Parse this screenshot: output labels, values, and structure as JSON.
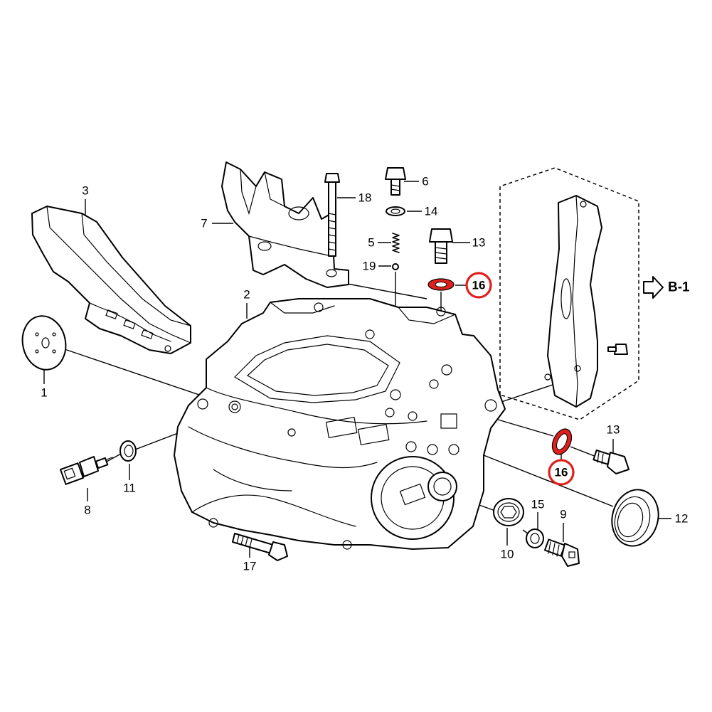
{
  "diagram": {
    "callouts": [
      {
        "label": "3"
      },
      {
        "label": "1"
      },
      {
        "label": "2"
      },
      {
        "label": "7"
      },
      {
        "label": "18"
      },
      {
        "label": "6"
      },
      {
        "label": "14"
      },
      {
        "label": "5"
      },
      {
        "label": "13"
      },
      {
        "label": "19"
      },
      {
        "label": "16",
        "highlighted": true
      },
      {
        "label": "13"
      },
      {
        "label": "16",
        "highlighted": true
      },
      {
        "label": "11"
      },
      {
        "label": "8"
      },
      {
        "label": "15"
      },
      {
        "label": "9"
      },
      {
        "label": "12"
      },
      {
        "label": "10"
      },
      {
        "label": "17"
      }
    ],
    "reference_arrow": {
      "label": "B-1"
    },
    "colors": {
      "line": "#000000",
      "highlight": "#e0201c",
      "background": "#ffffff"
    }
  }
}
